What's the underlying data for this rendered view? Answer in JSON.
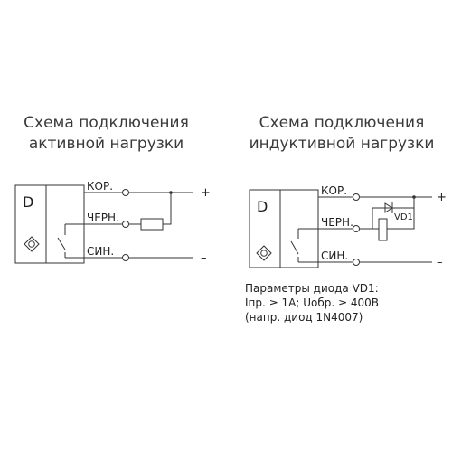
{
  "left_circuit": {
    "title_line1": "Схема подключения",
    "title_line2": "активной нагрузки",
    "sensor_label": "D",
    "wire_brown": "КОР.",
    "wire_black": "ЧЕРН.",
    "wire_blue": "СИН.",
    "plus": "+",
    "minus": "–"
  },
  "right_circuit": {
    "title_line1": "Схема подключения",
    "title_line2": "индуктивной нагрузки",
    "sensor_label": "D",
    "wire_brown": "КОР.",
    "wire_black": "ЧЕРН.",
    "wire_blue": "СИН.",
    "diode_label": "VD1",
    "plus": "+",
    "minus": "–"
  },
  "diode_params": {
    "line1": "Параметры диода VD1:",
    "line2": "Iпр. ≥ 1А; Uобр. ≥ 400В",
    "line3": "(напр. диод 1N4007)"
  },
  "colors": {
    "line": "#333333",
    "text": "#1f1f1f",
    "title": "#3a3a3a"
  }
}
